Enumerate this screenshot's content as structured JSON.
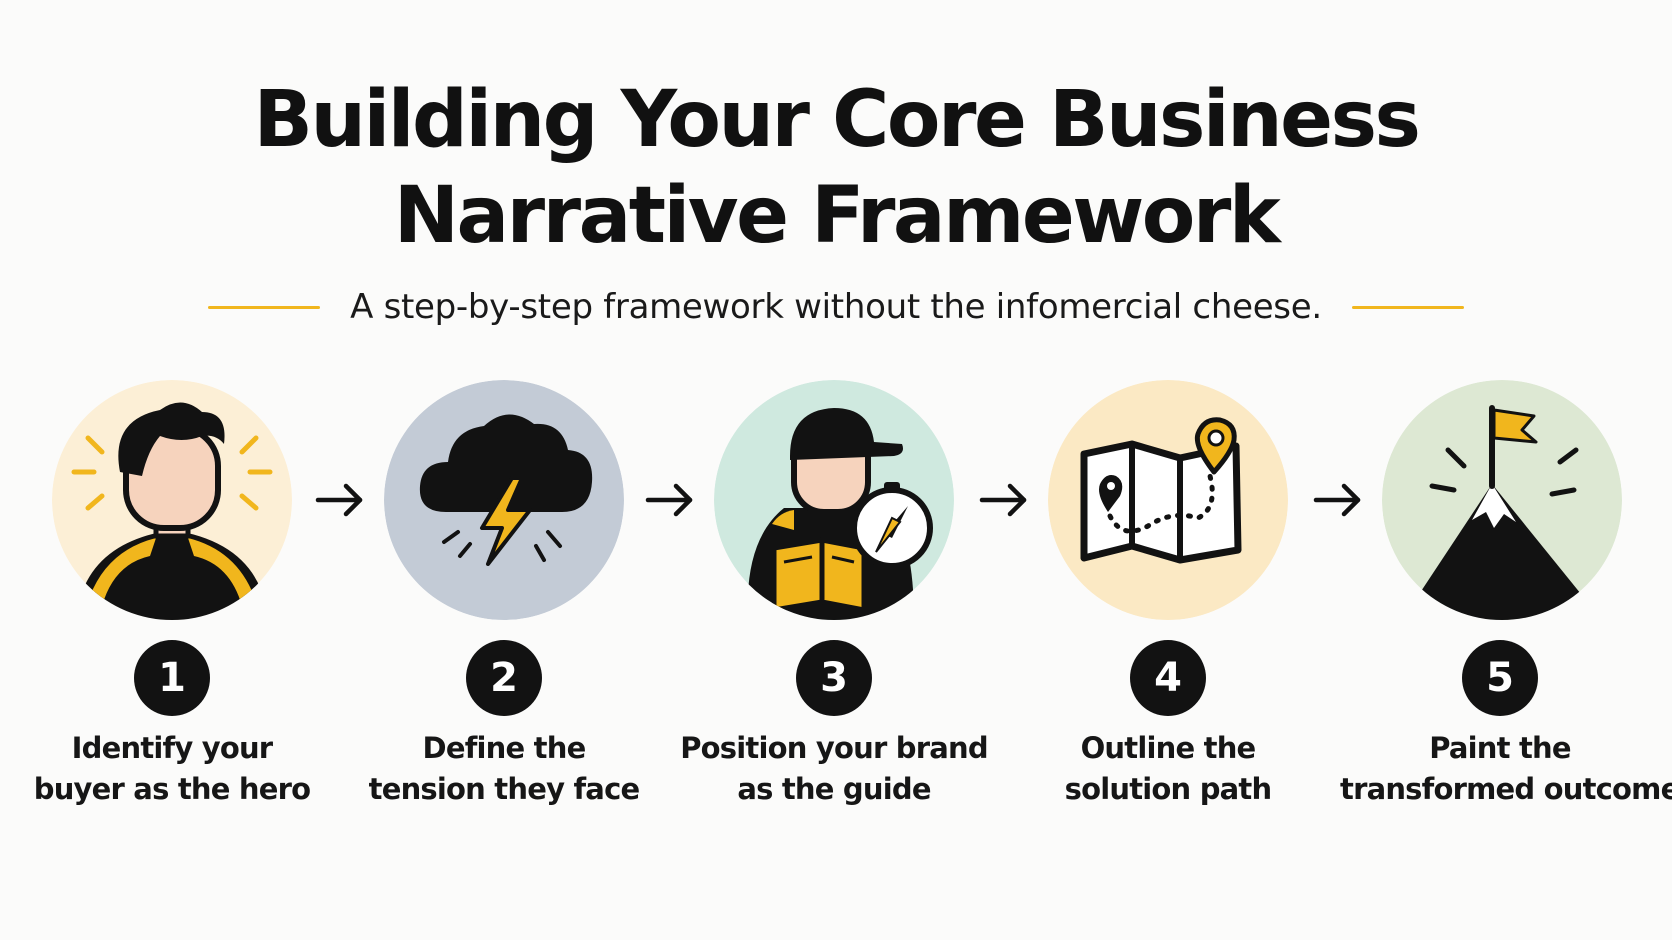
{
  "title": {
    "line1": "Building Your Core Business",
    "line2": "Narrative Framework"
  },
  "subtitle": "A step-by-step framework without the infomercial cheese.",
  "colors": {
    "accent": "#f1b61d",
    "ink": "#121212",
    "hero_bg": "#fcefd6",
    "tension_bg": "#c3cbd6",
    "guide_bg": "#cfe9df",
    "path_bg": "#fbe9c4",
    "outcome_bg": "#dde8d3"
  },
  "steps": [
    {
      "number": "1",
      "line1": "Identify your",
      "line2": "buyer as the hero",
      "icon": "hero-person-icon"
    },
    {
      "number": "2",
      "line1": "Define the",
      "line2": "tension they face",
      "icon": "storm-cloud-lightning-icon"
    },
    {
      "number": "3",
      "line1": "Position your brand",
      "line2": "as the guide",
      "icon": "guide-with-map-compass-icon"
    },
    {
      "number": "4",
      "line1": "Outline the",
      "line2": "solution path",
      "icon": "map-route-pin-icon"
    },
    {
      "number": "5",
      "line1": "Paint the",
      "line2": "transformed outcome",
      "icon": "mountain-flag-icon"
    }
  ]
}
